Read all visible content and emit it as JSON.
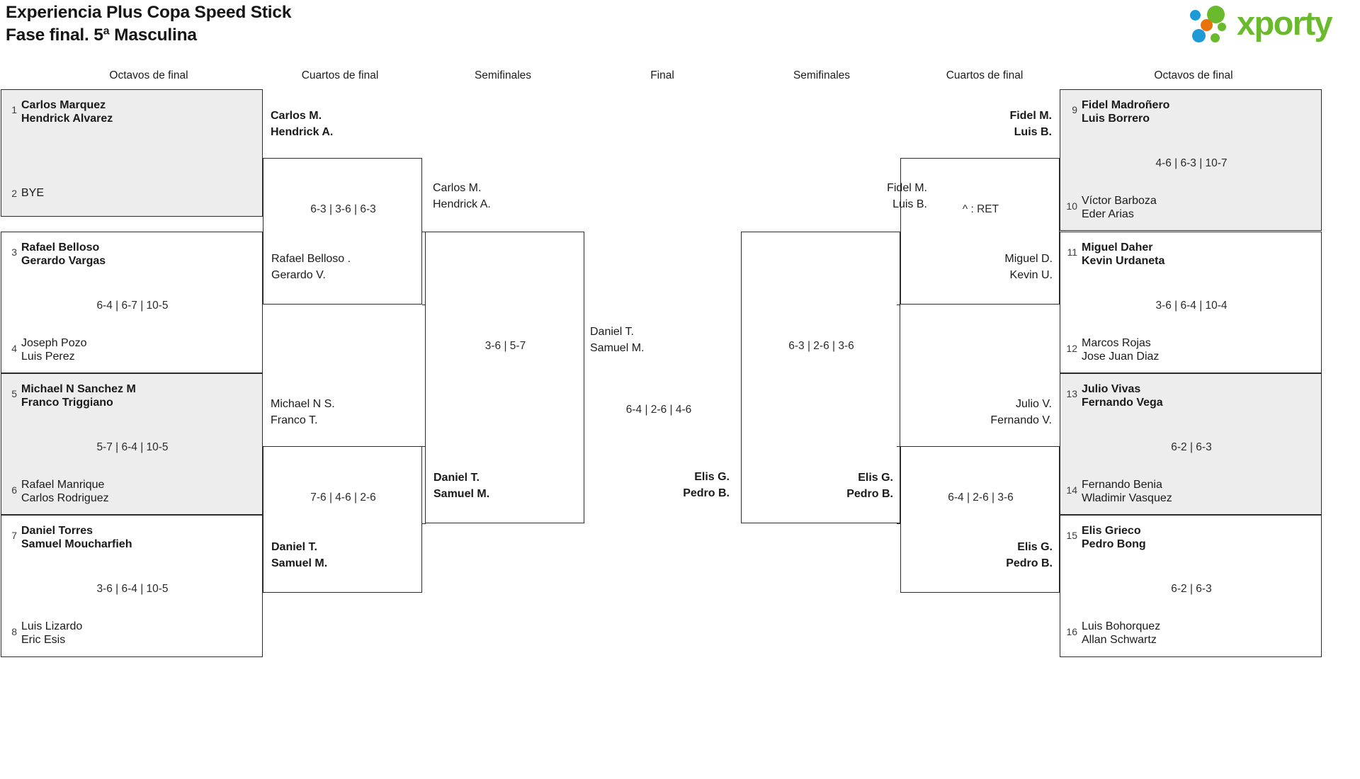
{
  "header": {
    "title_line1": "Experiencia Plus Copa Speed Stick",
    "title_line2": "Fase final. 5ª Masculina",
    "logo_text": "xporty",
    "logo_colors": {
      "green": "#6aba2e",
      "blue": "#1e9bd7",
      "orange": "#e8730c"
    }
  },
  "round_headers": [
    {
      "label": "Octavos de final"
    },
    {
      "label": "Cuartos de final"
    },
    {
      "label": "Semifinales"
    },
    {
      "label": "Final"
    },
    {
      "label": "Semifinales"
    },
    {
      "label": "Cuartos de final"
    },
    {
      "label": "Octavos de final"
    }
  ],
  "left_r16": [
    {
      "seed_top": "1",
      "top_p1": "Carlos Marquez",
      "top_p2": "Hendrick Alvarez",
      "seed_bottom": "2",
      "bottom_p1": "BYE",
      "bottom_p2": "",
      "score": "",
      "winner": "top"
    },
    {
      "seed_top": "3",
      "top_p1": "Rafael Belloso",
      "top_p2": "Gerardo Vargas",
      "seed_bottom": "4",
      "bottom_p1": "Joseph Pozo",
      "bottom_p2": "Luis Perez",
      "score": "6-4 | 6-7 | 10-5",
      "winner": "top"
    },
    {
      "seed_top": "5",
      "top_p1": "Michael N Sanchez M",
      "top_p2": "Franco Triggiano",
      "seed_bottom": "6",
      "bottom_p1": "Rafael Manrique",
      "bottom_p2": "Carlos Rodriguez",
      "score": "5-7 | 6-4 | 10-5",
      "winner": "top"
    },
    {
      "seed_top": "7",
      "top_p1": "Daniel Torres",
      "top_p2": "Samuel Moucharfieh",
      "seed_bottom": "8",
      "bottom_p1": "Luis Lizardo",
      "bottom_p2": "Eric Esis",
      "score": "3-6 | 6-4 | 10-5",
      "winner": "top"
    }
  ],
  "left_qf": [
    {
      "top_p1": "Carlos M.",
      "top_p2": "Hendrick A.",
      "bottom_p1": "Rafael Belloso .",
      "bottom_p2": "Gerardo V.",
      "score": "6-3 | 3-6 | 6-3",
      "winner": "top"
    },
    {
      "top_p1": "Michael N S.",
      "top_p2": "Franco T.",
      "bottom_p1": "Daniel T.",
      "bottom_p2": "Samuel M.",
      "score": "7-6 | 4-6 | 2-6",
      "winner": "bottom"
    }
  ],
  "left_sf": [
    {
      "top_p1": "Carlos M.",
      "top_p2": "Hendrick A.",
      "bottom_p1": "Daniel T.",
      "bottom_p2": "Samuel M.",
      "score": "3-6 | 5-7",
      "winner": "bottom"
    }
  ],
  "final": {
    "top_p1": "Daniel T.",
    "top_p2": "Samuel M.",
    "bottom_p1": "Elis G.",
    "bottom_p2": "Pedro B.",
    "score": "6-4 | 2-6 | 4-6",
    "winner": "bottom"
  },
  "right_sf": [
    {
      "top_p1": "Fidel M.",
      "top_p2": "Luis B.",
      "bottom_p1": "Elis G.",
      "bottom_p2": "Pedro B.",
      "score": "6-3 | 2-6 | 3-6",
      "winner": "bottom"
    }
  ],
  "right_qf": [
    {
      "top_p1": "Fidel M.",
      "top_p2": "Luis B.",
      "bottom_p1": "Miguel D.",
      "bottom_p2": "Kevin U.",
      "score": "^ : RET",
      "winner": "top"
    },
    {
      "top_p1": "Julio V.",
      "top_p2": "Fernando V.",
      "bottom_p1": "Elis G.",
      "bottom_p2": "Pedro B.",
      "score": "6-4 | 2-6 | 3-6",
      "winner": "bottom"
    }
  ],
  "right_r16": [
    {
      "seed_top": "9",
      "top_p1": "Fidel Madroñero",
      "top_p2": "Luis Borrero",
      "seed_bottom": "10",
      "bottom_p1": "Víctor Barboza",
      "bottom_p2": "Eder Arias",
      "score": "4-6 | 6-3 | 10-7",
      "winner": "top"
    },
    {
      "seed_top": "11",
      "top_p1": "Miguel Daher",
      "top_p2": "Kevin Urdaneta",
      "seed_bottom": "12",
      "bottom_p1": "Marcos Rojas",
      "bottom_p2": "Jose Juan Diaz",
      "score": "3-6 | 6-4 | 10-4",
      "winner": "top"
    },
    {
      "seed_top": "13",
      "top_p1": "Julio Vivas",
      "top_p2": "Fernando Vega",
      "seed_bottom": "14",
      "bottom_p1": "Fernando Benia",
      "bottom_p2": "Wladimir Vasquez",
      "score": "6-2 | 6-3",
      "winner": "top"
    },
    {
      "seed_top": "15",
      "top_p1": "Elis Grieco",
      "top_p2": "Pedro Bong",
      "seed_bottom": "16",
      "bottom_p1": "Luis Bohorquez",
      "bottom_p2": "Allan Schwartz",
      "score": "6-2 | 6-3",
      "winner": "top"
    }
  ]
}
